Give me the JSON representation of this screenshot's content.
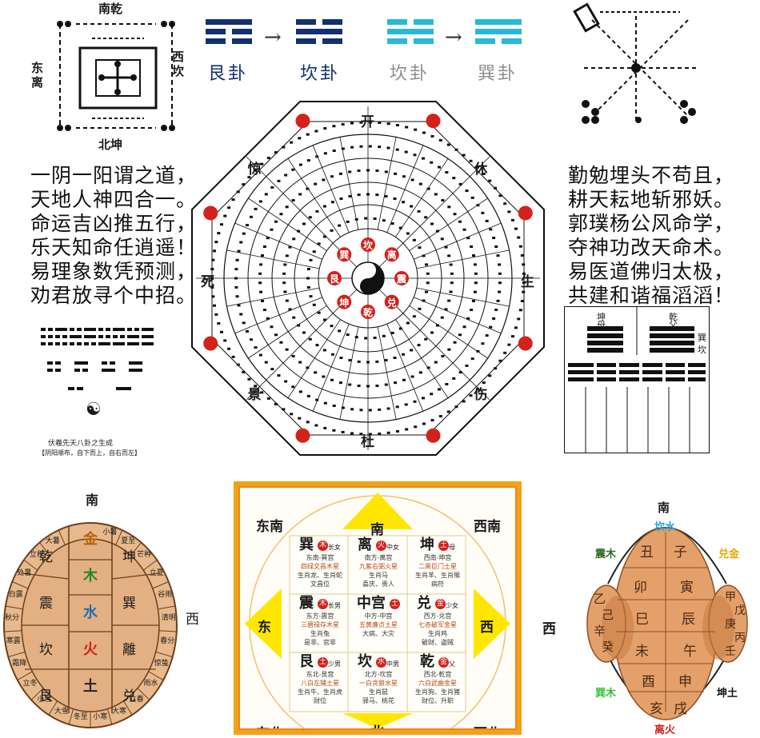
{
  "trigram_flow": {
    "gen_label": "艮卦",
    "kan_label": "坎卦",
    "kan2_label": "坎卦",
    "xun_label": "巽卦",
    "arrow": "→",
    "dark_color": "#13316e",
    "light_color": "#29b9d6"
  },
  "top_left_square": {
    "south": "南乾",
    "east": "东离",
    "west": "西坎",
    "north": "北坤"
  },
  "poem_left": [
    "一阴一阳谓之道，",
    "天地人神四合一。",
    "命运吉凶推五行，",
    "乐天知命任逍遥！",
    "易理象数凭预测，",
    "劝君放寻个中招。"
  ],
  "poem_right": [
    "勤勉埋头不苟且，",
    "耕天耘地斩邪妖。",
    "郭璞杨公风命学，",
    "夺神功改天命术。",
    "易医道佛归太极，",
    "共建和谐福滔滔！"
  ],
  "left_caption": "伏羲先天八卦之生成",
  "left_caption2": "【阴阳顺布，自下而上，自右而左】",
  "center_wheel": {
    "gates": [
      "开",
      "休",
      "生",
      "伤",
      "杜",
      "景",
      "死",
      "惊"
    ],
    "palaces": [
      "坎",
      "离",
      "震",
      "兑",
      "乾",
      "坤",
      "艮",
      "巽"
    ],
    "center": "☯"
  },
  "turtle_left": {
    "south": "南",
    "west": "西",
    "column": [
      "金",
      "木",
      "水",
      "火",
      "土"
    ],
    "left": [
      "乾",
      "震",
      "坎",
      "艮"
    ],
    "right": [
      "坤",
      "巽",
      "離",
      "兑"
    ],
    "rim": [
      "小暑",
      "夏至",
      "芒种",
      "立夏",
      "谷雨",
      "清明",
      "春分",
      "惊蛰",
      "雨水",
      "立春",
      "大寒",
      "小寒",
      "冬至",
      "大雪",
      "小雪",
      "立冬",
      "霜降",
      "寒露",
      "秋分",
      "白露",
      "处暑",
      "立秋",
      "大暑"
    ]
  },
  "nine_palace": {
    "directions": {
      "se": "东南",
      "s": "南",
      "sw": "西南",
      "e": "东",
      "w": "西",
      "ne": "东北",
      "n": "北",
      "nw": "西北"
    },
    "cells": [
      {
        "name": "巽",
        "el": "木",
        "rel": "长女",
        "l1": "东南-巽宫",
        "l2": "四绿文昌木星",
        "l3": "生肖龙、生肖蛇",
        "l4": "文昌位"
      },
      {
        "name": "离",
        "el": "火",
        "rel": "中女",
        "l1": "南方-离宫",
        "l2": "九紫右弼火星",
        "l3": "生肖马",
        "l4": "喜庆、贵人"
      },
      {
        "name": "坤",
        "el": "土",
        "rel": "母",
        "l1": "西南-坤宫",
        "l2": "二黑巨门土星",
        "l3": "生肖羊、生肖猴",
        "l4": "病符"
      },
      {
        "name": "震",
        "el": "木",
        "rel": "长男",
        "l1": "东方-震宫",
        "l2": "三碧禄存木星",
        "l3": "生肖兔",
        "l4": "是非、官非"
      },
      {
        "name": "中宫",
        "el": "土",
        "rel": "",
        "l1": "中方-中宫",
        "l2": "五黄廉贞土星",
        "l3": "大病、大灾",
        "l4": ""
      },
      {
        "name": "兑",
        "el": "金",
        "rel": "少女",
        "l1": "西方-兑宫",
        "l2": "七赤破军金星",
        "l3": "生肖鸡",
        "l4": "破财、盗贼"
      },
      {
        "name": "艮",
        "el": "土",
        "rel": "少男",
        "l1": "东北-艮宫",
        "l2": "八白左辅土星",
        "l3": "生肖牛、生肖虎",
        "l4": "财位"
      },
      {
        "name": "坎",
        "el": "水",
        "rel": "中男",
        "l1": "北方-坎宫",
        "l2": "一白贪狼水星",
        "l3": "生肖鼠",
        "l4": "驿马、桃花"
      },
      {
        "name": "乾",
        "el": "金",
        "rel": "父",
        "l1": "西北-乾宫",
        "l2": "六白武曲金星",
        "l3": "生肖狗、生肖猪",
        "l4": "财位、升职"
      }
    ]
  },
  "mid_west": "西",
  "turtle_right": {
    "south": "南",
    "kanshui": "坎水",
    "zhenmu": "震木",
    "duijin": "兑金",
    "xunmu": "巽木",
    "kuntu": "坤土",
    "lihuo": "离火",
    "cells": [
      "丑",
      "子",
      "卯",
      "寅",
      "巳",
      "辰",
      "未",
      "午",
      "酉",
      "申",
      "亥",
      "戌"
    ],
    "left_side": [
      "乙",
      "己",
      "辛",
      "癸"
    ],
    "right_side": [
      "甲",
      "戊",
      "庚",
      "丙",
      "壬"
    ]
  },
  "right_hexagram_labels": [
    "坤",
    "乾",
    "父",
    "母",
    "巽",
    "坎"
  ]
}
